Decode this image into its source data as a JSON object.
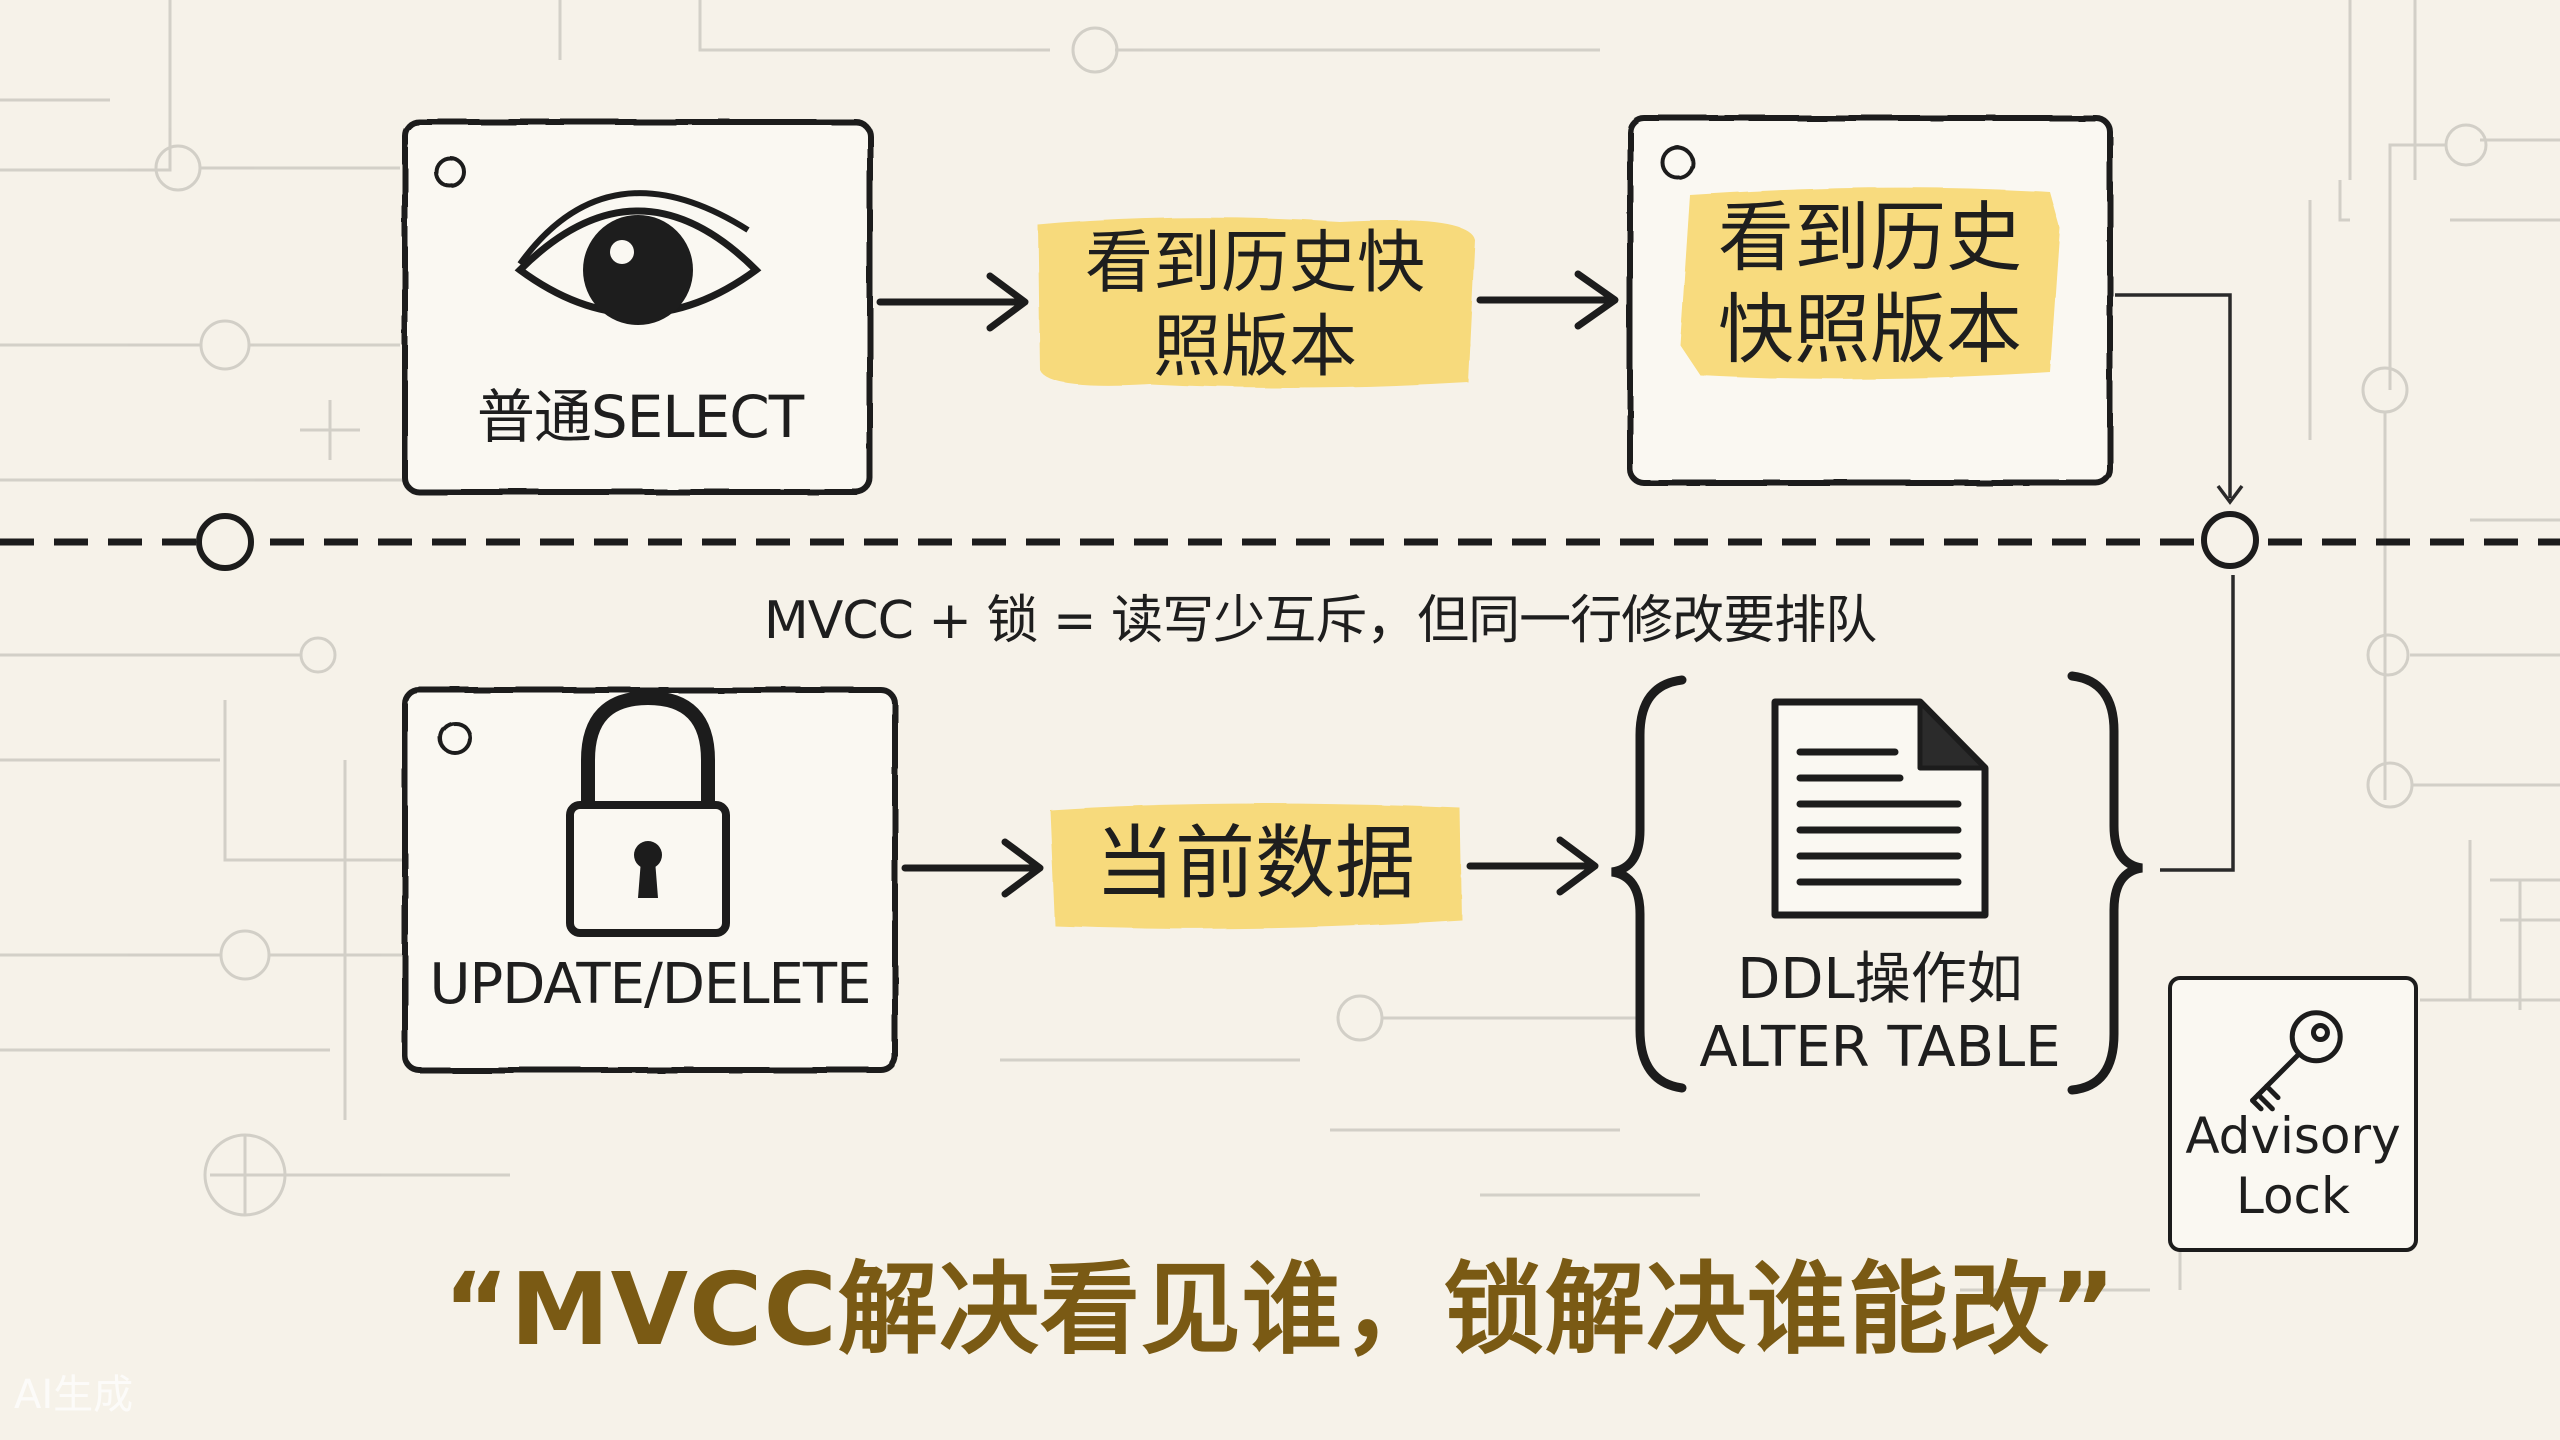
{
  "diagram": {
    "top_row": {
      "source_label": "普通SELECT",
      "step_label": "看到历史快照版本",
      "step_label_lines": [
        "看到历史快",
        "照版本"
      ],
      "result_label_lines": [
        "看到历史",
        "快照版本"
      ]
    },
    "divider_caption": "MVCC + 锁 = 读写少互斥，但同一行修改要排队",
    "bottom_row": {
      "source_label": "UPDATE/DELETE",
      "step_label": "当前数据",
      "result_label_lines": [
        "DDL操作如",
        "ALTER TABLE"
      ]
    },
    "side_note": {
      "label_lines": [
        "Advisory",
        "Lock"
      ]
    },
    "quote": "“MVCC解决看见谁，锁解决谁能改”",
    "watermark": "AI生成",
    "icons": [
      "eye-icon",
      "padlock-icon",
      "document-icon",
      "key-icon",
      "arrow-right-icon"
    ],
    "colors": {
      "background": "#f6f2e9",
      "highlight": "#f8d66a",
      "ink": "#1f1f1f",
      "quote": "#7a5a14",
      "circuit": "#c9c6bf"
    }
  }
}
